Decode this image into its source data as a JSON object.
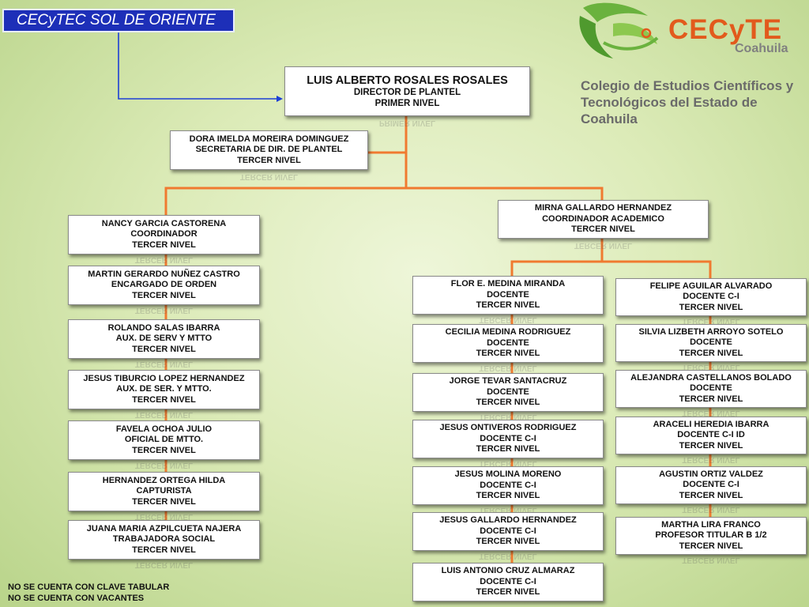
{
  "header": {
    "title": "CECyTEC SOL DE ORIENTE"
  },
  "logo": {
    "name": "CECyTE",
    "region": "Coahuila",
    "institution_line1": "Colegio de Estudios Científicos y",
    "institution_line2": "Tecnológicos del Estado de Coahuila",
    "colors": {
      "green": "#6ab23e",
      "orange": "#e25a1c"
    }
  },
  "colors": {
    "connector": "#f07a30",
    "title_bg": "#1d2fb8",
    "arrow": "#1d3fd6"
  },
  "director": {
    "name": "LUIS ALBERTO ROSALES ROSALES",
    "role": "DIRECTOR DE PLANTEL",
    "level": "PRIMER NIVEL"
  },
  "secretary": {
    "name": "DORA IMELDA MOREIRA DOMINGUEZ",
    "role": "SECRETARIA DE DIR. DE PLANTEL",
    "level": "TERCER NIVEL"
  },
  "left_branch": [
    {
      "name": "NANCY  GARCIA CASTORENA",
      "role": "COORDINADOR",
      "level": "TERCER NIVEL"
    },
    {
      "name": "MARTIN GERARDO NUÑEZ CASTRO",
      "role": "ENCARGADO DE ORDEN",
      "level": "TERCER NIVEL"
    },
    {
      "name": "ROLANDO SALAS IBARRA",
      "role": "AUX. DE SERV Y MTTO",
      "level": "TERCER NIVEL"
    },
    {
      "name": "JESUS TIBURCIO LOPEZ HERNANDEZ",
      "role": "AUX. DE SER. Y MTTO.",
      "level": "TERCER NIVEL"
    },
    {
      "name": "FAVELA OCHOA JULIO",
      "role": "OFICIAL DE MTTO.",
      "level": "TERCER NIVEL"
    },
    {
      "name": "HERNANDEZ ORTEGA HILDA",
      "role": "CAPTURISTA",
      "level": "TERCER NIVEL"
    },
    {
      "name": "JUANA MARIA AZPILCUETA NAJERA",
      "role": "TRABAJADORA SOCIAL",
      "level": "TERCER NIVEL"
    }
  ],
  "academic": {
    "name": "MIRNA GALLARDO HERNANDEZ",
    "role": "COORDINADOR ACADEMICO",
    "level": "TERCER NIVEL"
  },
  "teachers_left": [
    {
      "name": "FLOR E. MEDINA MIRANDA",
      "role": "DOCENTE",
      "level": "TERCER NIVEL"
    },
    {
      "name": "CECILIA MEDINA RODRIGUEZ",
      "role": "DOCENTE",
      "level": "TERCER NIVEL"
    },
    {
      "name": "JORGE TEVAR SANTACRUZ",
      "role": "DOCENTE",
      "level": "TERCER NIVEL"
    },
    {
      "name": "JESUS ONTIVEROS RODRIGUEZ",
      "role": "DOCENTE C-I",
      "level": "TERCER NIVEL"
    },
    {
      "name": "JESUS MOLINA MORENO",
      "role": "DOCENTE C-I",
      "level": "TERCER NIVEL"
    },
    {
      "name": "JESUS GALLARDO HERNANDEZ",
      "role": "DOCENTE C-I",
      "level": "TERCER NIVEL"
    },
    {
      "name": "LUIS ANTONIO CRUZ ALMARAZ",
      "role": "DOCENTE C-I",
      "level": "TERCER NIVEL"
    }
  ],
  "teachers_right": [
    {
      "name": "FELIPE AGUILAR ALVARADO",
      "role": "DOCENTE  C-I",
      "level": "TERCER NIVEL"
    },
    {
      "name": "SILVIA LIZBETH ARROYO SOTELO",
      "role": "DOCENTE",
      "level": "TERCER NIVEL"
    },
    {
      "name": "ALEJANDRA CASTELLANOS BOLADO",
      "role": "DOCENTE",
      "level": "TERCER NIVEL"
    },
    {
      "name": "ARACELI HEREDIA IBARRA",
      "role": "DOCENTE C-I ID",
      "level": "TERCER NIVEL"
    },
    {
      "name": "AGUSTIN ORTIZ VALDEZ",
      "role": "DOCENTE C-I",
      "level": "TERCER NIVEL"
    },
    {
      "name": "MARTHA LIRA FRANCO",
      "role": "PROFESOR TITULAR B 1/2",
      "level": "TERCER NIVEL"
    }
  ],
  "notes": [
    "NO SE CUENTA CON CLAVE TABULAR",
    "NO SE CUENTA CON VACANTES"
  ]
}
